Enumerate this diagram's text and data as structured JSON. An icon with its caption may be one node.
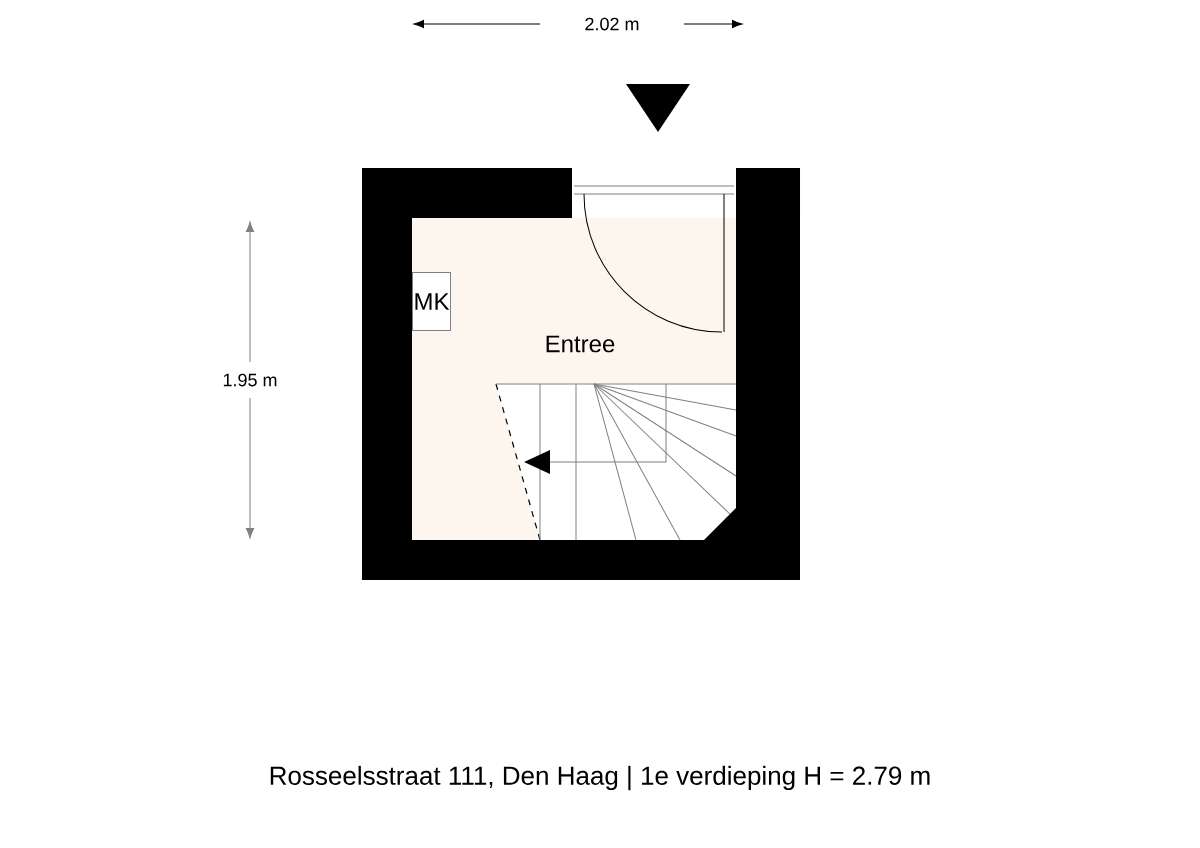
{
  "diagram": {
    "caption": "Rosseelsstraat 111, Den Haag | 1e verdieping H = 2.79 m",
    "nodes": [
      {
        "text": [
          "MK"
        ]
      }
    ],
    "labels": [
      "2.02 m",
      "1.95 m",
      "Entree"
    ]
  }
}
